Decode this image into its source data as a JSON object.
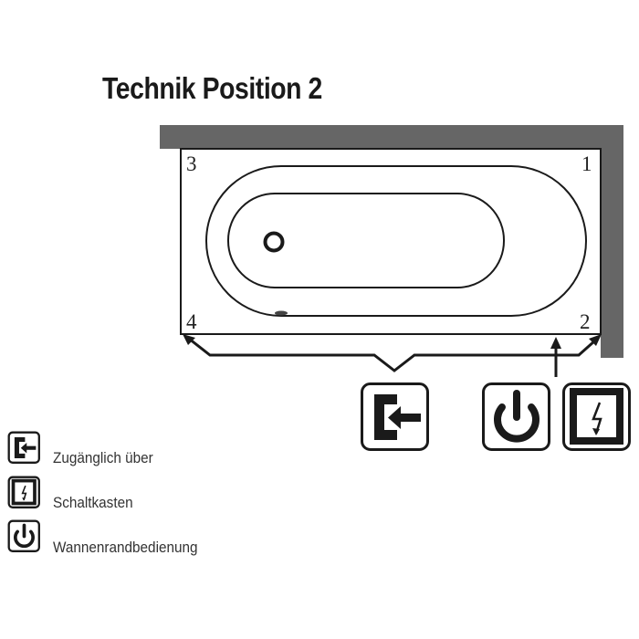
{
  "title": "Technik Position 2",
  "diagram": {
    "corner_labels": {
      "c1": "1",
      "c2": "2",
      "c3": "3",
      "c4": "4"
    },
    "wall_color": "#666666",
    "line_color": "#1a1a1a"
  },
  "icons": [
    {
      "name": "access-door-icon",
      "meaning": "Zugänglich über"
    },
    {
      "name": "power-button-icon",
      "meaning": "Wannenrandbedienung"
    },
    {
      "name": "switch-box-icon",
      "meaning": "Schaltkasten"
    }
  ],
  "legend": {
    "items": [
      {
        "icon": "access-door-icon",
        "label": "Zugänglich über"
      },
      {
        "icon": "switch-box-icon",
        "label": "Schaltkasten"
      },
      {
        "icon": "power-button-icon",
        "label": "Wannenrandbedienung"
      }
    ]
  }
}
